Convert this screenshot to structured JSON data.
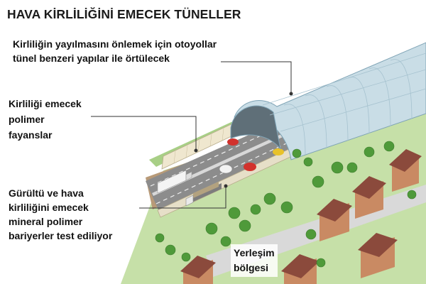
{
  "title": "HAVA KİRLİLİĞİNİ EMECEK TÜNELLER",
  "callouts": {
    "covered_motorways": [
      "Kirliliğin yayılmasını önlemek için otoyollar",
      "tünel benzeri yapılar ile örtülecek"
    ],
    "polymer_tiles": [
      "Kirliliği emecek",
      "polimer",
      "fayanslar"
    ],
    "mineral_barriers": [
      "Gürültü ve hava",
      "kirliliğini emecek",
      "mineral polimer",
      "bariyerler test ediliyor"
    ],
    "residential_area": [
      "Yerleşim",
      "bölgesi"
    ]
  },
  "colors": {
    "grass": "#c6e0a8",
    "road": "#8a8a8a",
    "tunnel_glass": "#c9dde6",
    "roof": "#8b4a3c",
    "brick": "#c98a63",
    "tree": "#4f9a3a"
  }
}
